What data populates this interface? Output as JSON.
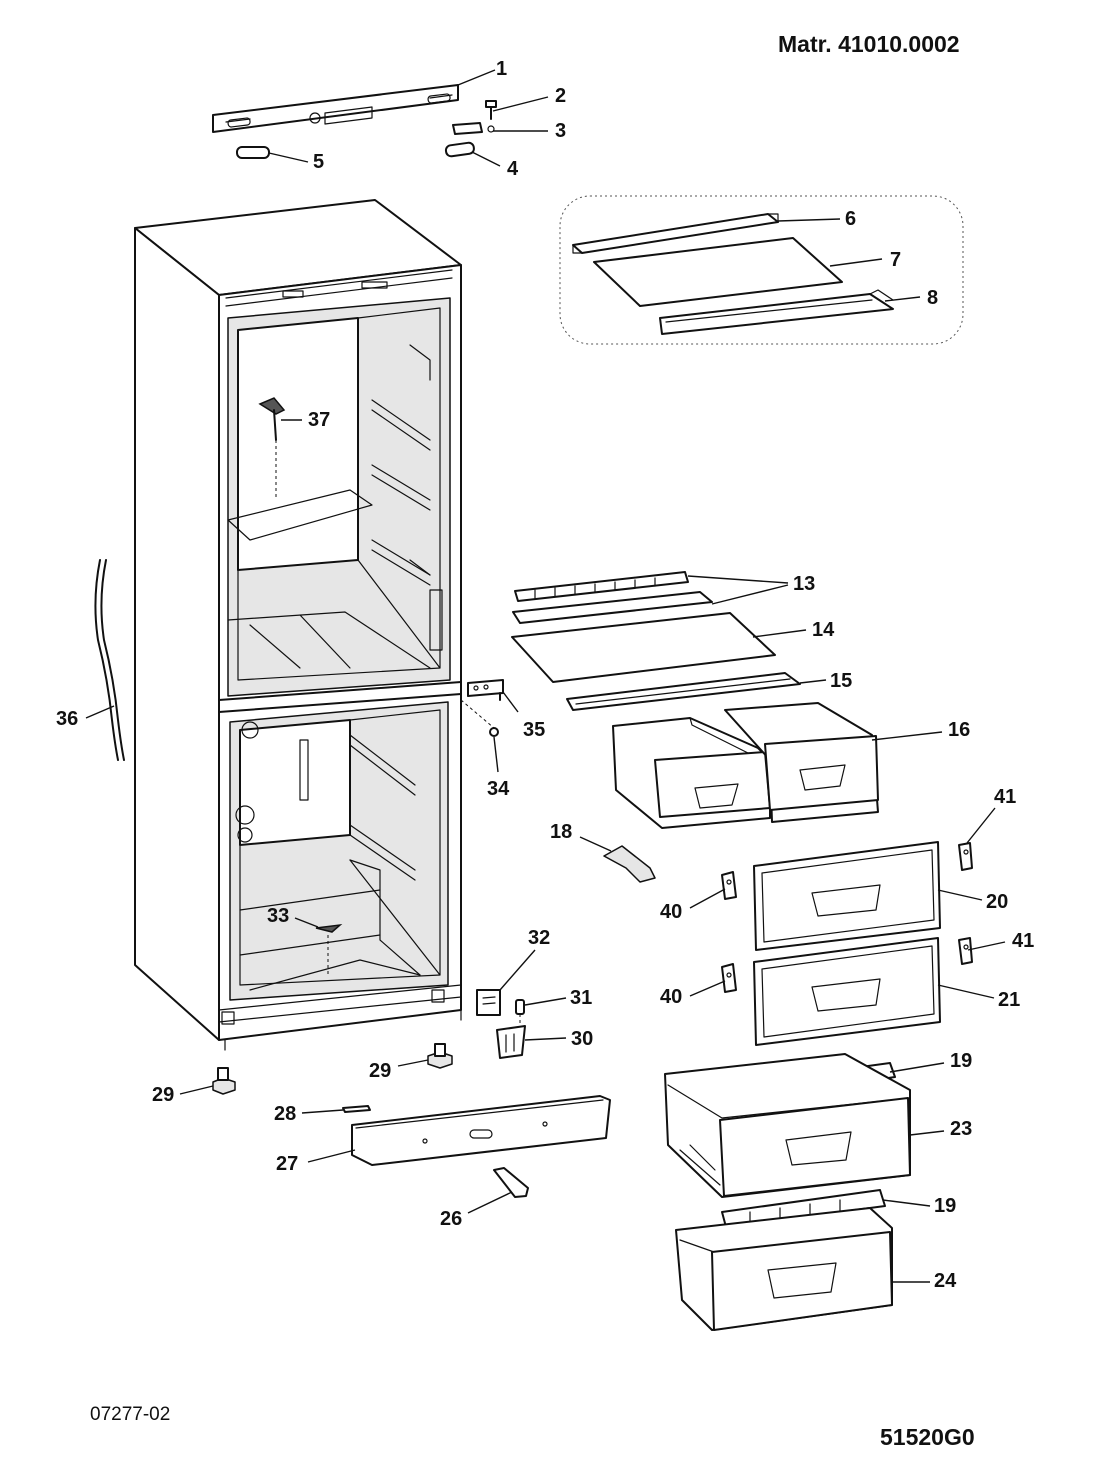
{
  "header": {
    "material": "Matr. 41010.0002"
  },
  "footer": {
    "drawing_ref": "07277-02",
    "model_code": "51520G0"
  },
  "callouts": [
    {
      "id": "c1",
      "label": "1"
    },
    {
      "id": "c2",
      "label": "2"
    },
    {
      "id": "c3",
      "label": "3"
    },
    {
      "id": "c4",
      "label": "4"
    },
    {
      "id": "c5",
      "label": "5"
    },
    {
      "id": "c6",
      "label": "6"
    },
    {
      "id": "c7",
      "label": "7"
    },
    {
      "id": "c8",
      "label": "8"
    },
    {
      "id": "c13",
      "label": "13"
    },
    {
      "id": "c14",
      "label": "14"
    },
    {
      "id": "c15",
      "label": "15"
    },
    {
      "id": "c16",
      "label": "16"
    },
    {
      "id": "c18",
      "label": "18"
    },
    {
      "id": "c19a",
      "label": "19"
    },
    {
      "id": "c19b",
      "label": "19"
    },
    {
      "id": "c20",
      "label": "20"
    },
    {
      "id": "c21",
      "label": "21"
    },
    {
      "id": "c23",
      "label": "23"
    },
    {
      "id": "c24",
      "label": "24"
    },
    {
      "id": "c26",
      "label": "26"
    },
    {
      "id": "c27",
      "label": "27"
    },
    {
      "id": "c28",
      "label": "28"
    },
    {
      "id": "c29a",
      "label": "29"
    },
    {
      "id": "c29b",
      "label": "29"
    },
    {
      "id": "c30",
      "label": "30"
    },
    {
      "id": "c31",
      "label": "31"
    },
    {
      "id": "c32",
      "label": "32"
    },
    {
      "id": "c33",
      "label": "33"
    },
    {
      "id": "c34",
      "label": "34"
    },
    {
      "id": "c35",
      "label": "35"
    },
    {
      "id": "c36",
      "label": "36"
    },
    {
      "id": "c37",
      "label": "37"
    },
    {
      "id": "c40a",
      "label": "40"
    },
    {
      "id": "c40b",
      "label": "40"
    },
    {
      "id": "c41a",
      "label": "41"
    },
    {
      "id": "c41b",
      "label": "41"
    }
  ]
}
